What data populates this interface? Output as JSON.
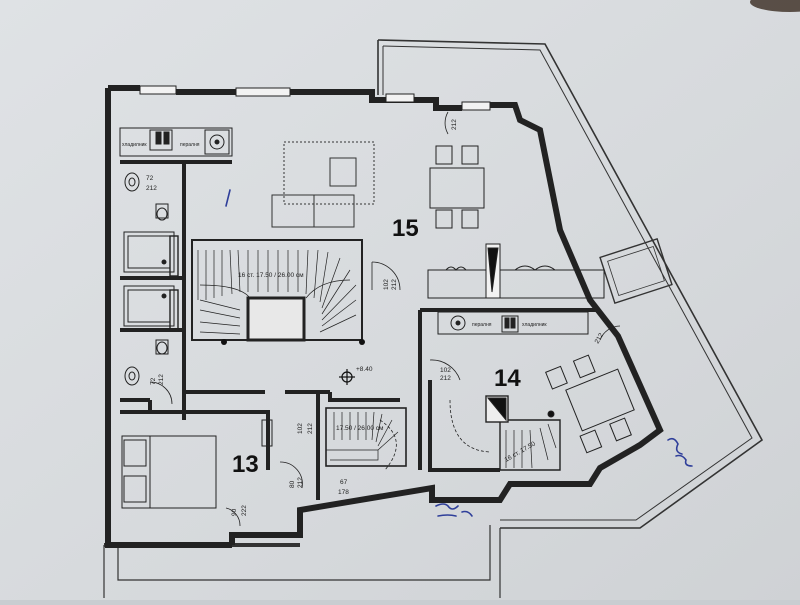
{
  "rooms": {
    "r13": "13",
    "r14": "14",
    "r15": "15"
  },
  "labels": {
    "stair_main": "16 ст. 17.50 / 26.00 см",
    "stair_small": "17.50 / 26.00 см",
    "stair_14": "16 ст. 17.50",
    "elevation": "+8.40",
    "kitchen_a_1": "хладилник",
    "kitchen_a_2": "пералня",
    "kitchen_b_1": "пералня",
    "kitchen_b_2": "хладилник"
  },
  "dims": {
    "d_72": "72",
    "d_212": "212",
    "d_102": "102",
    "d_80": "80",
    "d_67": "67",
    "d_178": "178",
    "d_90": "90",
    "d_222": "222"
  },
  "colors": {
    "paper": "#d9dcdf",
    "background": "#c9cdd1",
    "wall": "#222222",
    "line": "#333333",
    "annotation": "#2f3f9a"
  }
}
